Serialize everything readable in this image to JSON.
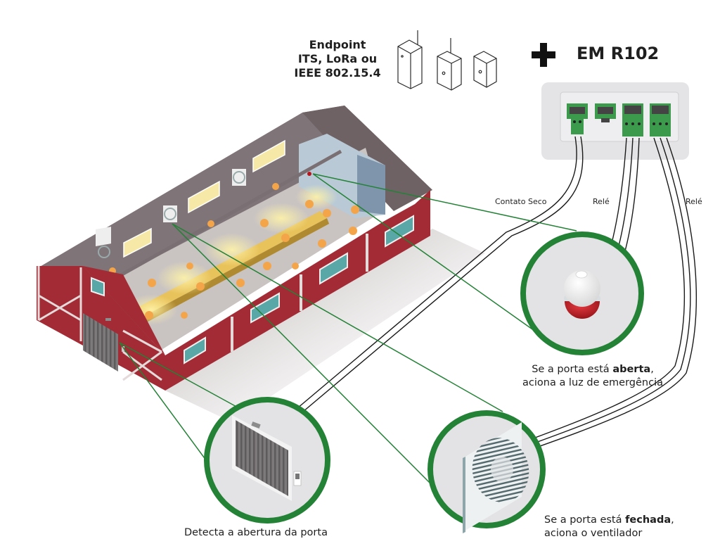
{
  "header": {
    "endpoint_line1": "Endpoint",
    "endpoint_line2": "ITS, LoRa ou",
    "endpoint_line3": "IEEE 802.15.4",
    "plus_symbol": "+",
    "controller_name": "EM R102"
  },
  "wire_labels": {
    "dry_contact": "Contato Seco",
    "relay_1": "Relé",
    "relay_2": "Relé"
  },
  "captions": {
    "door_sensor": "Detecta a abertura da porta",
    "emergency_light_prefix": "Se a porta está ",
    "emergency_light_bold": "aberta",
    "emergency_light_suffix": ",",
    "emergency_light_line2": "aciona a luz de emergência",
    "fan_prefix": "Se a porta está ",
    "fan_bold": "fechada",
    "fan_suffix": ",",
    "fan_line2": "aciona o ventilador"
  },
  "colors": {
    "accent_green": "#238236",
    "barn_red": "#a32b35",
    "roof_gray": "#7b6e72",
    "window_teal": "#5aa7a8",
    "chicken_orange": "#f4a54a",
    "terminal_green": "#3c9a4c",
    "light_red": "#b8151c"
  }
}
